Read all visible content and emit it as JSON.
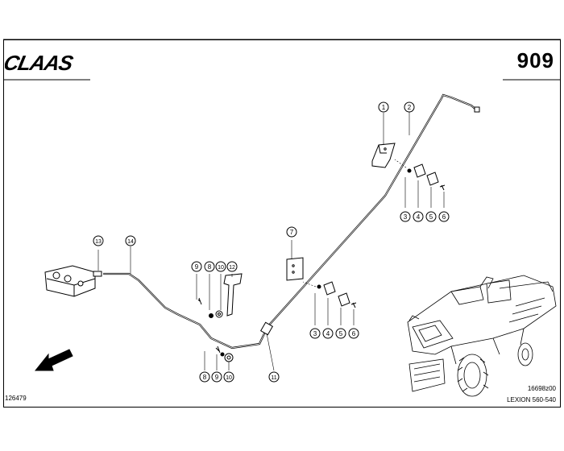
{
  "header": {
    "brand": "CLAAS",
    "page_number": "909"
  },
  "footer": {
    "drawing_number": "126479",
    "image_code": "16698z00",
    "model": "LEXION 560-540"
  },
  "callouts": {
    "c1": "1",
    "c2": "2",
    "c3a": "3",
    "c4a": "4",
    "c5a": "5",
    "c6a": "6",
    "c7": "7",
    "c3b": "3",
    "c4b": "4",
    "c5b": "5",
    "c6b": "6",
    "c9a": "9",
    "c8a": "8",
    "c10a": "10",
    "c12": "12",
    "c13": "13",
    "c14": "14",
    "c8b": "8",
    "c9b": "9",
    "c10b": "10",
    "c11": "11"
  }
}
